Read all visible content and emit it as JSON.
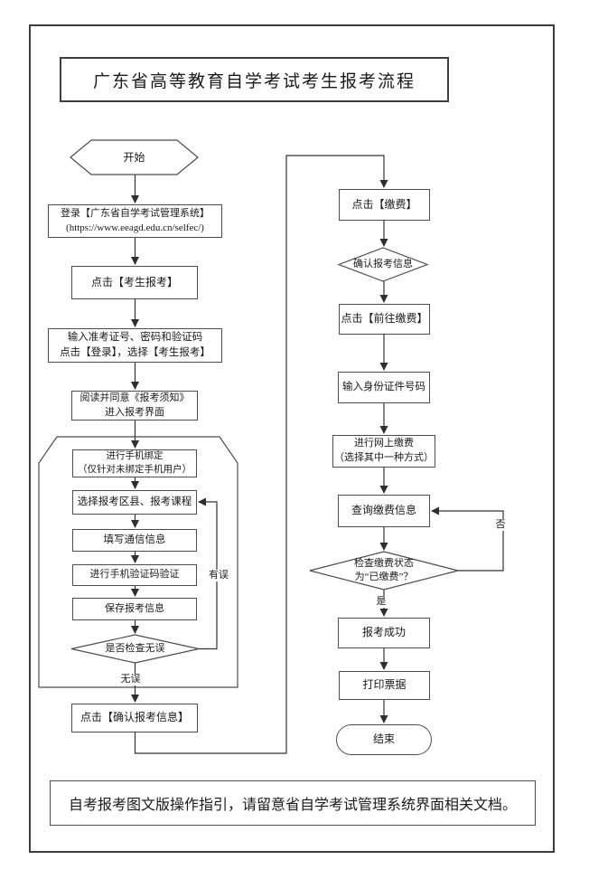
{
  "page": {
    "title": "广东省高等教育自学考试考生报考流程",
    "footer_note": "自考报考图文版操作指引，请留意省自学考试管理系统界面相关文档。"
  },
  "flow": {
    "start": "开始",
    "login_line1": "登录【广东省自学考试管理系统】",
    "login_line2": "(https://www.eeagd.edu.cn/selfec/)",
    "click_register": "点击【考生报考】",
    "input_credentials_line1": "输入准考证号、密码和验证码",
    "input_credentials_line2": "点击【登录】，选择【考生报考】",
    "read_notice_line1": "阅读并同意《报考须知》",
    "read_notice_line2": "进入报考界面",
    "bind_phone_line1": "进行手机绑定",
    "bind_phone_line2": "（仅针对未绑定手机用户）",
    "select_courses": "选择报考区县、报考课程",
    "fill_contact": "填写通信信息",
    "verify_phone": "进行手机验证码验证",
    "save_info": "保存报考信息",
    "check_correct": "是否检查无误",
    "label_correct": "无误",
    "label_error": "有误",
    "confirm_info": "点击【确认报考信息】",
    "click_pay": "点击【缴费】",
    "confirm_reg_info": "确认报考信息",
    "goto_pay": "点击【前往缴费】",
    "input_id": "输入身份证件号码",
    "online_pay_line1": "进行网上缴费",
    "online_pay_line2": "（选择其中一种方式）",
    "query_pay": "查询缴费信息",
    "check_pay_line1": "检查缴费状态",
    "check_pay_line2": "为“已缴费”？",
    "label_yes": "是",
    "label_no": "否",
    "success": "报考成功",
    "print_receipt": "打印票据",
    "end": "结束"
  },
  "colors": {
    "line": "#3a3a3a",
    "border": "#4d4d4d",
    "text": "#1a1a1a"
  }
}
